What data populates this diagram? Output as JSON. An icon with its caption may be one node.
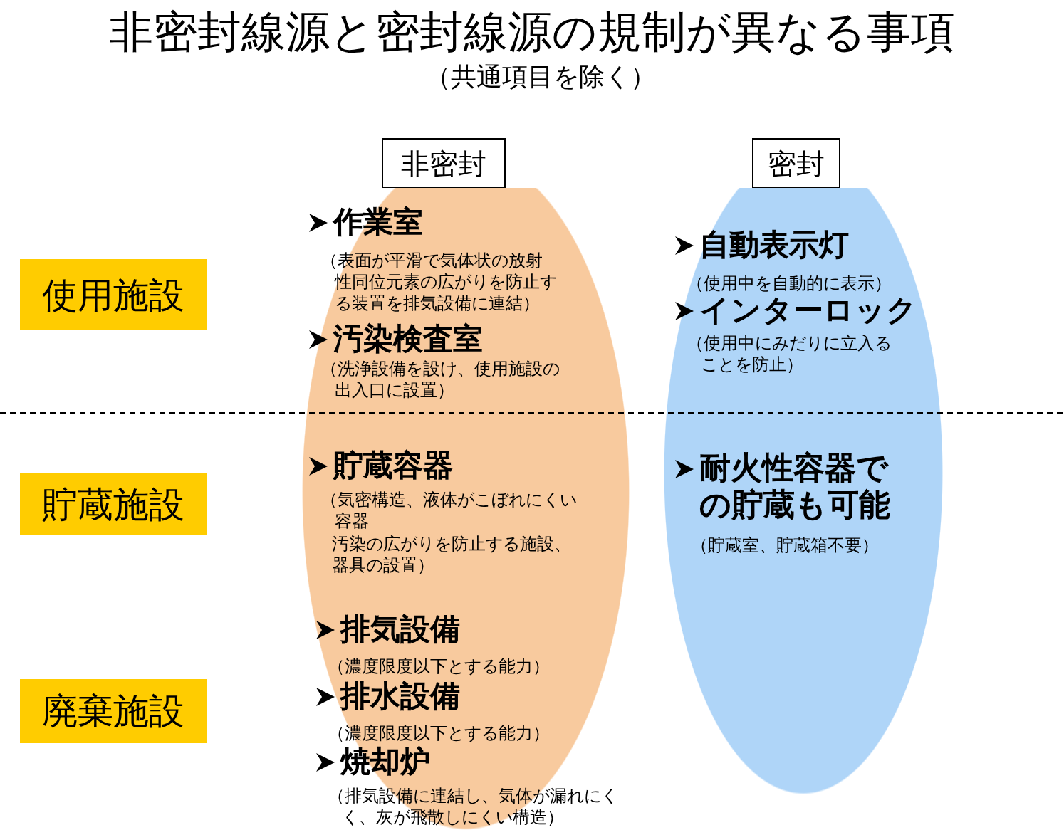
{
  "diagram": {
    "title": "非密封線源と密封線源の規制が異なる事項",
    "nodes": [
      {
        "text": [
          "非密封"
        ]
      },
      {
        "text": [
          "密封"
        ]
      },
      {
        "text": [
          "作業室",
          "（表面が平滑で気体状の放射性同位元素の広がりを防止する装置を排気設備に連結）",
          "汚染検査室",
          "（洗浄設備を設け、使用施設の出入口に設置）",
          "貯蔵容器",
          "（気密構造、液体がこぼれにくい容器",
          "汚染の広がりを防止する施設、器具の設置）",
          "排気設備",
          "（濃度限度以下とする能力）",
          "排水設備",
          "（濃度限度以下とする能力）",
          "焼却炉",
          "（排気設備に連結し、気体が漏れにくく、灰が飛散しにくい構造）"
        ]
      },
      {
        "text": [
          "自動表示灯",
          "（使用中を自動的に表示）",
          "インターロック",
          "（使用中にみだりに立入ることを防止）",
          "耐火性容器での貯蔵も可能",
          "（貯蔵室、貯蔵箱不要）"
        ]
      },
      {
        "text": [
          "使用施設"
        ]
      },
      {
        "text": [
          "貯蔵施設"
        ]
      },
      {
        "text": [
          "廃棄施設"
        ]
      }
    ],
    "labels": [
      "（共通項目を除く）"
    ]
  }
}
